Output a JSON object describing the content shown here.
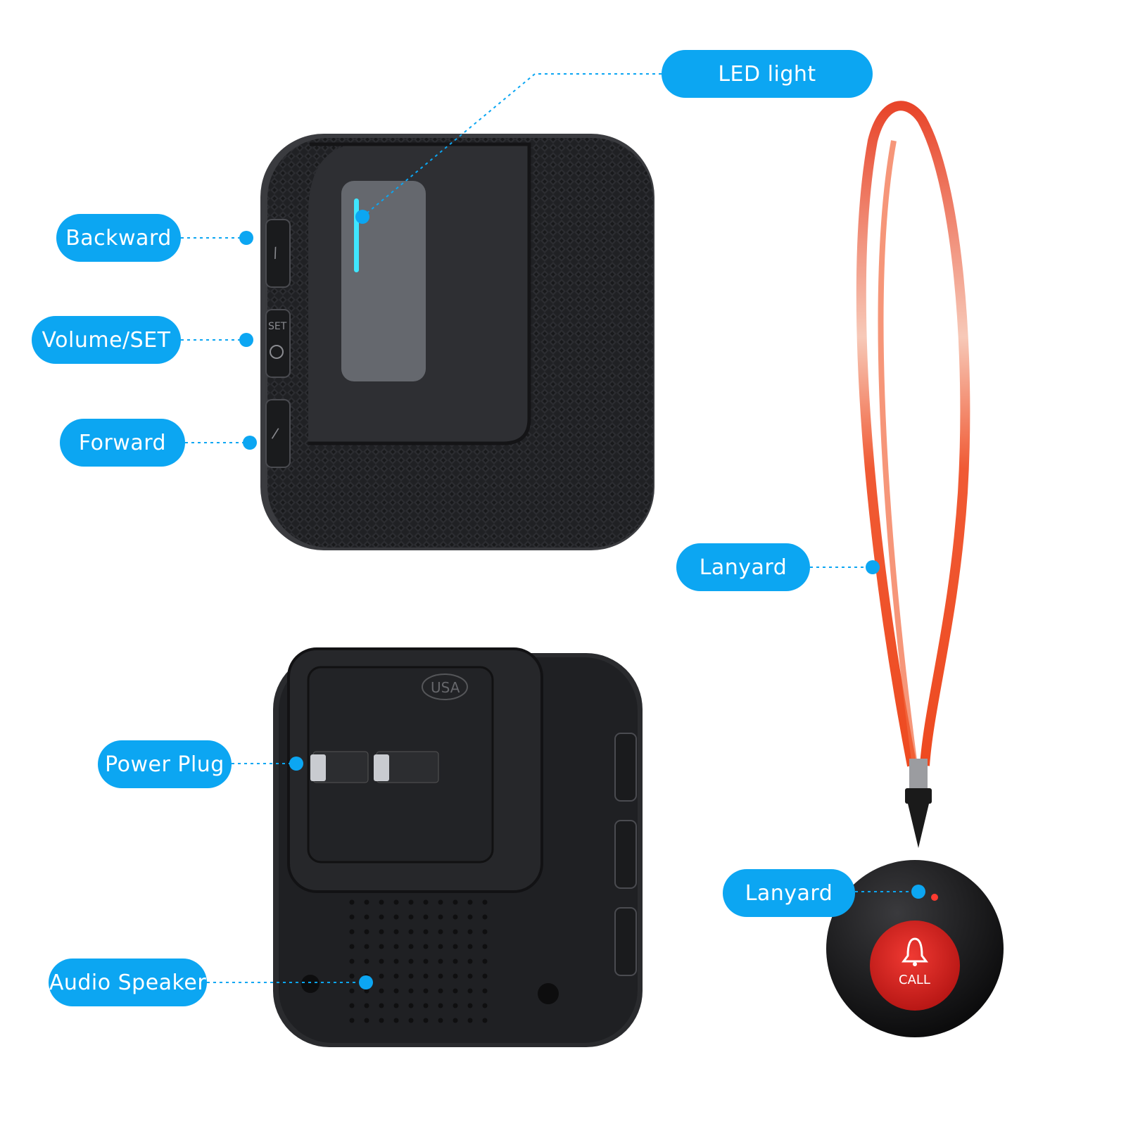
{
  "callouts": {
    "led_light": "LED light",
    "backward": "Backward",
    "volume_set": "Volume/SET",
    "forward": "Forward",
    "lanyard_strap": "Lanyard",
    "power_plug": "Power Plug",
    "lanyard_clip": "Lanyard",
    "audio_speaker": "Audio Speaker"
  },
  "device_markings": {
    "set_label": "SET",
    "plug_region": "USA",
    "pager_button": "CALL"
  },
  "colors": {
    "callout_blue": "#0ca6f2",
    "device_body": "#1e1f22",
    "lanyard_red": "#f04a24",
    "call_button_red": "#d9241f",
    "led_cyan": "#3fe6ff"
  }
}
